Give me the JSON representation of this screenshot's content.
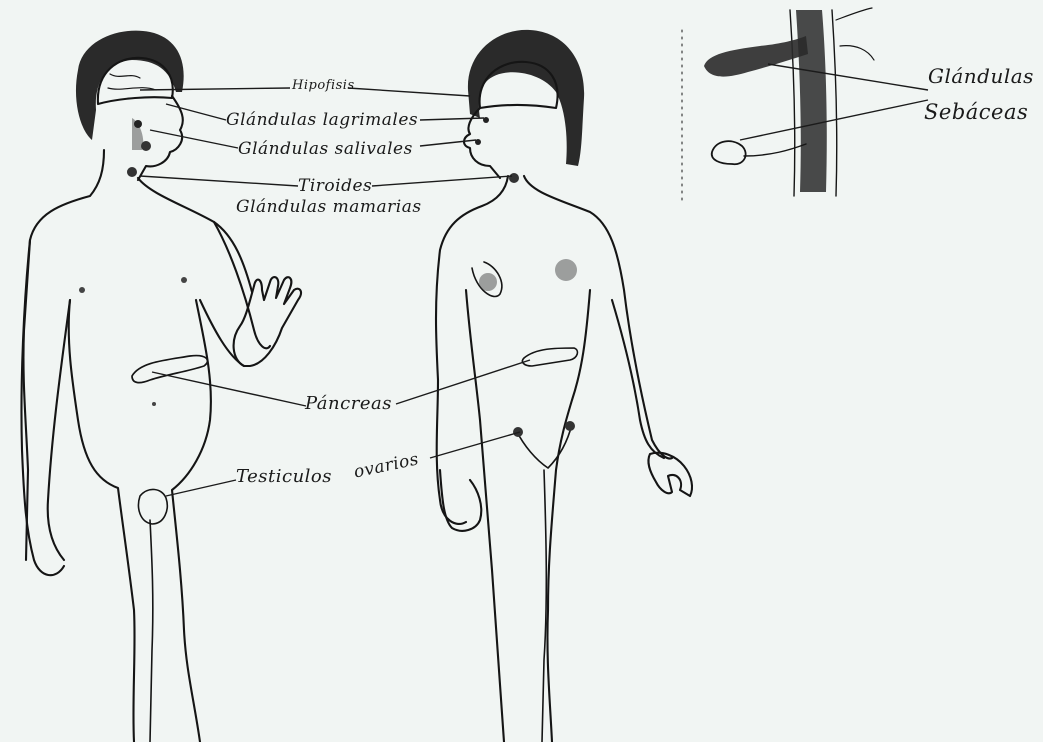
{
  "labels": {
    "hipofisis": "Hipofisis",
    "lagrimales": "Glándulas lagrimales",
    "salivales": "Glándulas salivales",
    "tiroides": "Tiroides",
    "mamarias": "Glándulas mamarias",
    "pancreas": "Páncreas",
    "testiculos": "Testiculos",
    "ovarios": "ovarios",
    "glandulas": "Glándulas",
    "sebaceas": "Sebáceas"
  }
}
